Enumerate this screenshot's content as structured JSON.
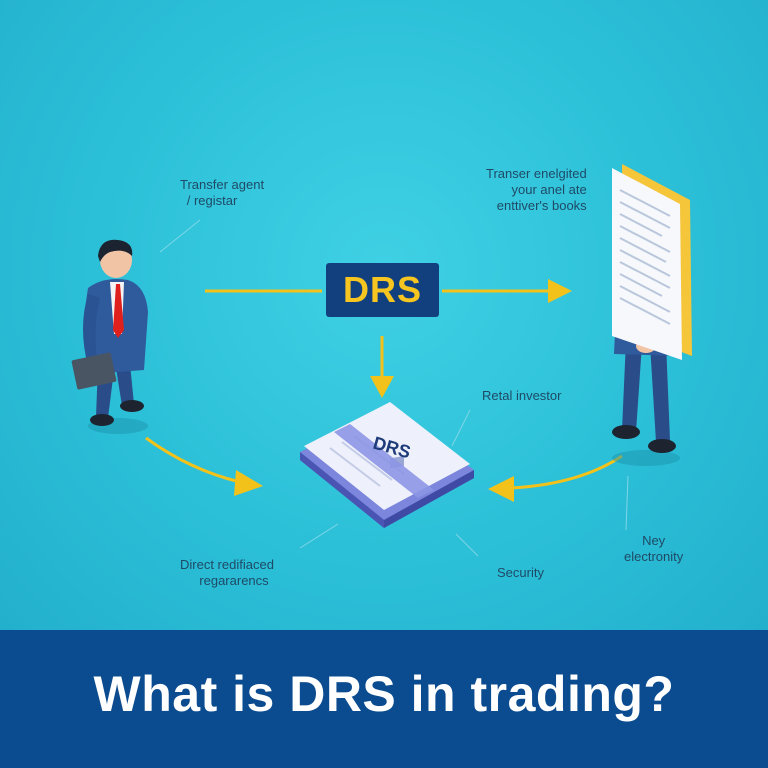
{
  "labels": {
    "transfer_agent_line1": "Transfer agent",
    "transfer_agent_line2": "/ registar",
    "transfer_book_line1": "Transer enelgited",
    "transfer_book_line2": "your anel ate",
    "transfer_book_line3": "enttiver's books",
    "retail_investor": "Retal investor",
    "direct_line1": "Direct redifiaced",
    "direct_line2": "regararencs",
    "security": "Security",
    "ney_line1": "Ney",
    "ney_line2": "electronity"
  },
  "center": {
    "drs_label": "DRS",
    "stack_label": "DRS"
  },
  "banner": {
    "title": "What is DRS in trading?"
  },
  "colors": {
    "background": "#2cc0d8",
    "arrow": "#f2c21b",
    "drs_box": "#12407f",
    "drs_text": "#f7c520",
    "banner": "#0b4b8f"
  },
  "icons": {
    "left_figure": "businessman-with-laptop-icon",
    "right_figure": "person-holding-document-icon",
    "document_stack": "certificate-stack-icon"
  }
}
